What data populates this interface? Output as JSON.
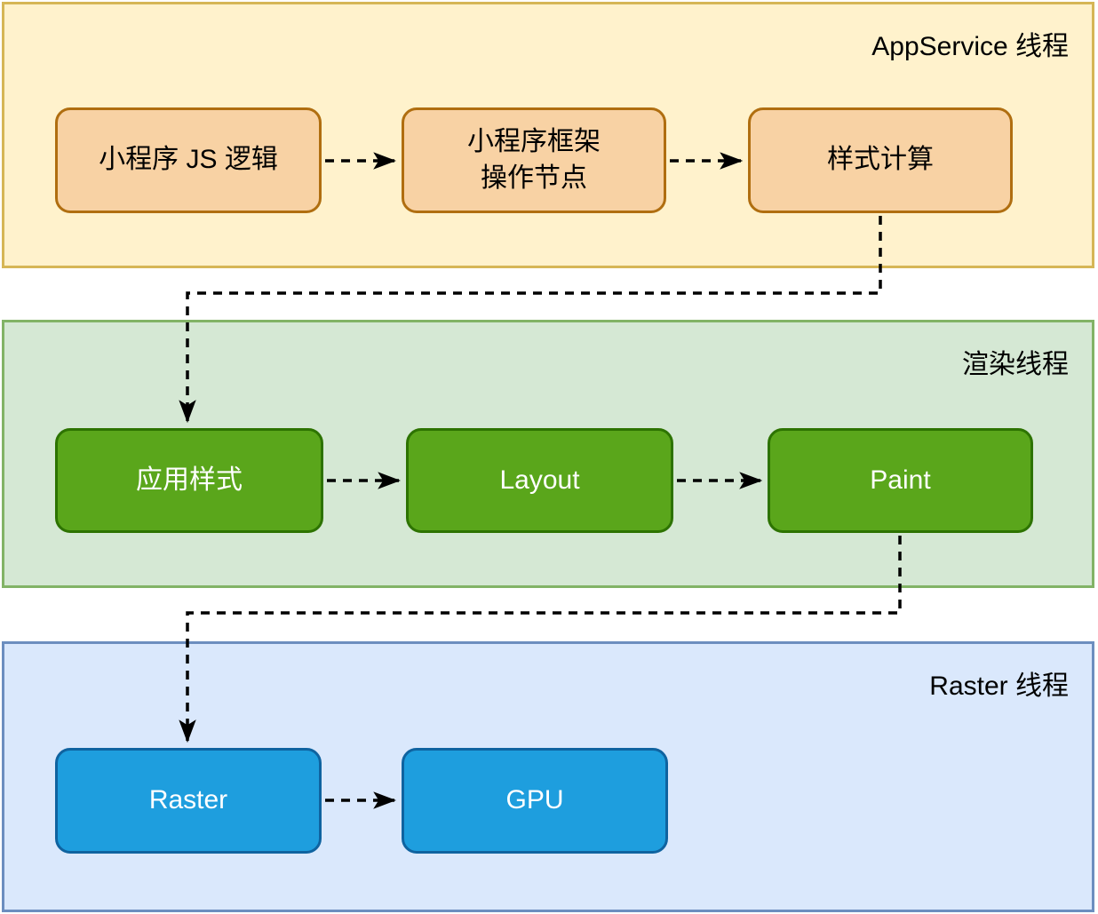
{
  "lanes": [
    {
      "id": "appservice",
      "label": "AppService 线程",
      "fill": "#FFF2CC",
      "border": "#D6B656"
    },
    {
      "id": "render",
      "label": "渲染线程",
      "fill": "#D5E8D4",
      "border": "#82B366"
    },
    {
      "id": "raster",
      "label": "Raster 线程",
      "fill": "#DAE8FC",
      "border": "#6C8EBF"
    }
  ],
  "nodes": {
    "js_logic": {
      "label": "小程序 JS 逻辑",
      "lane": "appservice",
      "fill": "#F8D2A4",
      "border": "#B06E10",
      "text_color": "#000000"
    },
    "framework": {
      "label": "小程序框架\n操作节点",
      "lane": "appservice",
      "fill": "#F8D2A4",
      "border": "#B06E10",
      "text_color": "#000000"
    },
    "style_calc": {
      "label": "样式计算",
      "lane": "appservice",
      "fill": "#F8D2A4",
      "border": "#B06E10",
      "text_color": "#000000"
    },
    "apply_style": {
      "label": "应用样式",
      "lane": "render",
      "fill": "#5AA61B",
      "border": "#2D7300",
      "text_color": "#FFFFFF"
    },
    "layout": {
      "label": "Layout",
      "lane": "render",
      "fill": "#5AA61B",
      "border": "#2D7300",
      "text_color": "#FFFFFF"
    },
    "paint": {
      "label": "Paint",
      "lane": "render",
      "fill": "#5AA61B",
      "border": "#2D7300",
      "text_color": "#FFFFFF"
    },
    "raster": {
      "label": "Raster",
      "lane": "raster",
      "fill": "#1E9EDE",
      "border": "#0F63A0",
      "text_color": "#FFFFFF"
    },
    "gpu": {
      "label": "GPU",
      "lane": "raster",
      "fill": "#1E9EDE",
      "border": "#0F63A0",
      "text_color": "#FFFFFF"
    }
  },
  "edges": [
    {
      "from": "js_logic",
      "to": "framework",
      "style": "dashed-arrow"
    },
    {
      "from": "framework",
      "to": "style_calc",
      "style": "dashed-arrow"
    },
    {
      "from": "style_calc",
      "to": "apply_style",
      "style": "dashed-arrow-elbow"
    },
    {
      "from": "apply_style",
      "to": "layout",
      "style": "dashed-arrow"
    },
    {
      "from": "layout",
      "to": "paint",
      "style": "dashed-arrow"
    },
    {
      "from": "paint",
      "to": "raster",
      "style": "dashed-arrow-elbow"
    },
    {
      "from": "raster",
      "to": "gpu",
      "style": "dashed-arrow"
    }
  ],
  "edge_color": "#000000",
  "canvas_bg": "#FFFFFF"
}
